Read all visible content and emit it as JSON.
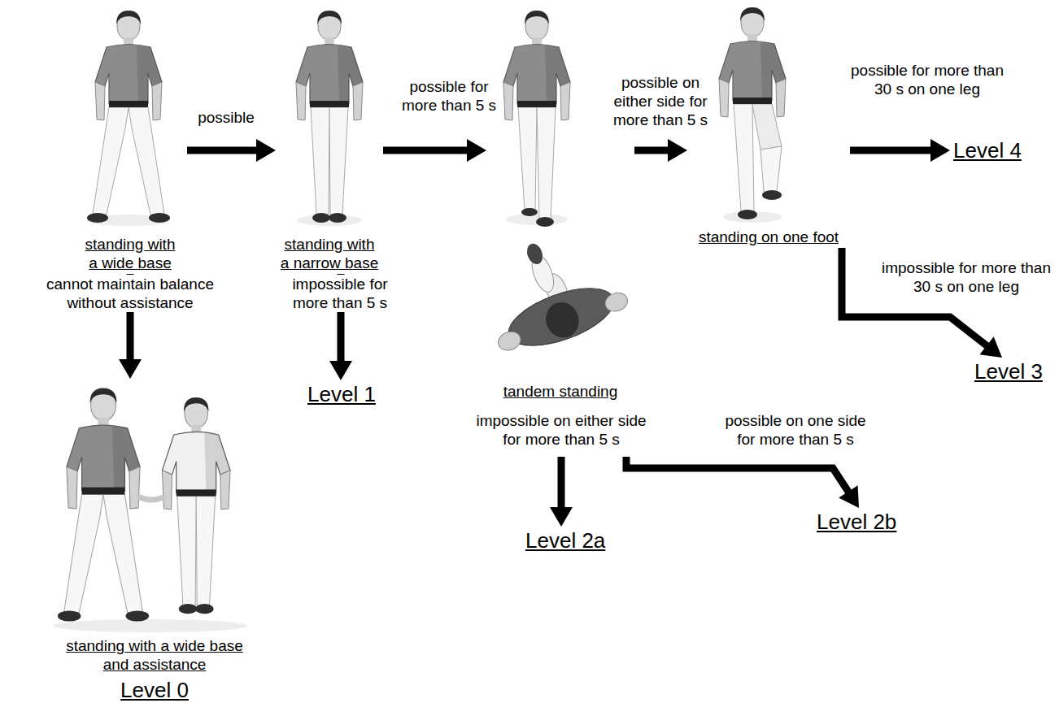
{
  "diagram": {
    "nodes": [
      {
        "text": [
          "standing with a wide base"
        ]
      },
      {
        "text": [
          "standing with a narrow base"
        ]
      },
      {
        "text": [
          "tandem standing"
        ]
      },
      {
        "text": [
          "standing on one foot"
        ]
      },
      {
        "text": [
          "Level 4"
        ]
      },
      {
        "text": [
          "Level 3"
        ]
      },
      {
        "text": [
          "Level 2b"
        ]
      },
      {
        "text": [
          "Level 2a"
        ]
      },
      {
        "text": [
          "Level 1"
        ]
      },
      {
        "text": [
          "standing with a wide base and assistance",
          "Level 0"
        ]
      }
    ],
    "edges": [
      {
        "from": 0,
        "to": 1,
        "arrow": "to",
        "label": "possible"
      },
      {
        "from": 1,
        "to": 2,
        "arrow": "to",
        "label": "possible for more than 5 s"
      },
      {
        "from": 2,
        "to": 3,
        "arrow": "to",
        "label": "possible on either side for more than 5 s"
      },
      {
        "from": 3,
        "to": 4,
        "arrow": "to",
        "label": "possible for more than 30 s on one leg"
      },
      {
        "from": 3,
        "to": 5,
        "arrow": "to",
        "label": "impossible for more than 30 s on one leg"
      },
      {
        "from": 2,
        "to": 6,
        "arrow": "to",
        "label": "possible on one side for more than 5 s"
      },
      {
        "from": 2,
        "to": 7,
        "arrow": "to",
        "label": "impossible on either side for more than 5 s"
      },
      {
        "from": 1,
        "to": 8,
        "arrow": "to",
        "label": "impossible for more than 5 s"
      },
      {
        "from": 0,
        "to": 9,
        "arrow": "to",
        "label": "cannot maintain balance without assistance"
      }
    ]
  }
}
